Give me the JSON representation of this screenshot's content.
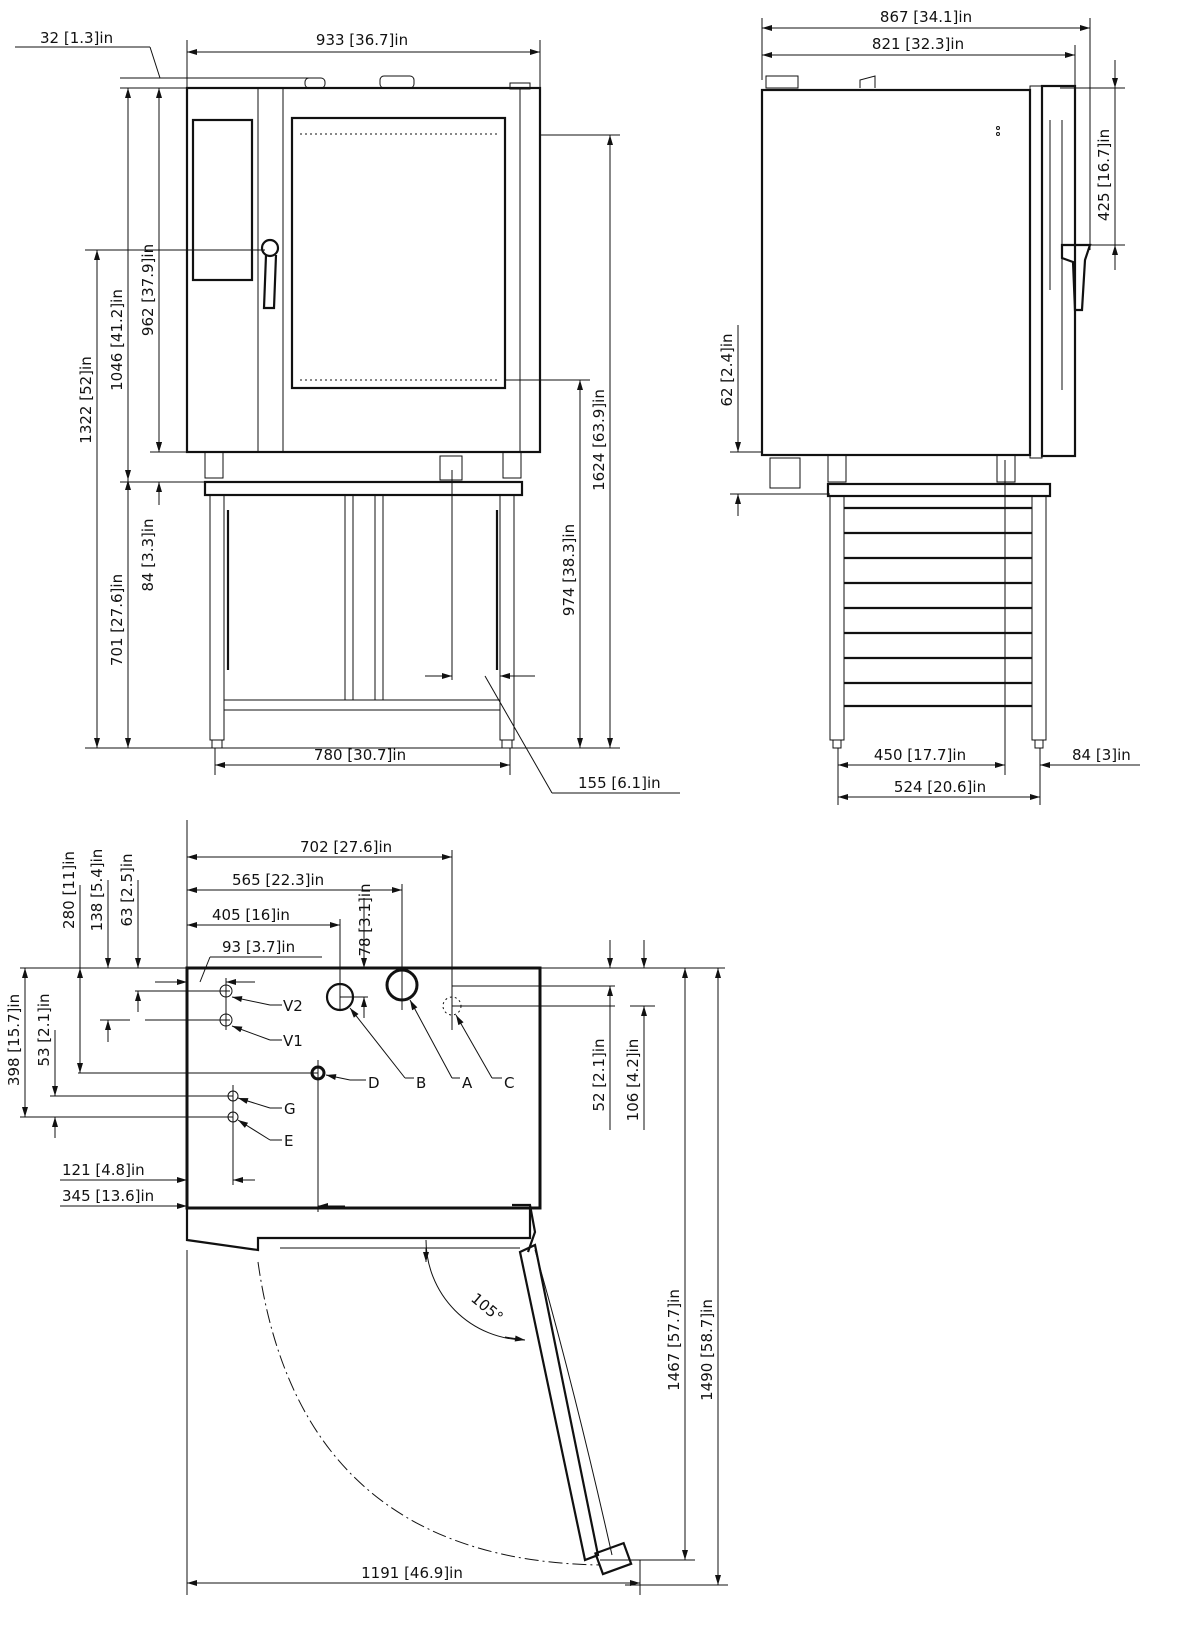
{
  "front_view": {
    "dims": {
      "offset_top": "32 [1.3]in",
      "width": "933 [36.7]in",
      "body_height": "962 [37.9]in",
      "height_to_stand": "1046 [41.2]in",
      "handle_height": "1322 [52]in",
      "stand_gap": "84 [3.3]in",
      "stand_height": "701 [27.6]in",
      "window_bottom": "974 [38.3]in",
      "total_height": "1624 [63.9]in",
      "stand_width": "780 [30.7]in",
      "drain_offset": "155 [6.1]in"
    }
  },
  "side_view": {
    "dims": {
      "depth_total": "867 [34.1]in",
      "depth_body": "821 [32.3]in",
      "handle_drop": "425 [16.7]in",
      "foot_height": "62 [2.4]in",
      "stand_depth_inner": "450 [17.7]in",
      "stand_offset": "84 [3]in",
      "stand_depth": "524 [20.6]in"
    }
  },
  "plan_view": {
    "dims": {
      "to_C": "702 [27.6]in",
      "to_A": "565 [22.3]in",
      "to_B": "405 [16]in",
      "to_V": "93 [3.7]in",
      "B_depth": "78 [3.1]in",
      "D_depth": "280 [11]in",
      "V1_depth": "138 [5.4]in",
      "V2_depth": "63 [2.5]in",
      "E_depth": "398 [15.7]in",
      "G_E_gap": "53 [2.1]in",
      "GE_x": "121 [4.8]in",
      "D_x": "345 [13.6]in",
      "right_52": "52 [2.1]in",
      "right_106": "106 [4.2]in",
      "depth_door_open": "1467 [57.7]in",
      "depth_total": "1490 [58.7]in",
      "width_door_open": "1191 [46.9]in",
      "door_angle": "105°"
    },
    "connections": [
      "V2",
      "V1",
      "D",
      "B",
      "A",
      "C",
      "G",
      "E"
    ]
  }
}
